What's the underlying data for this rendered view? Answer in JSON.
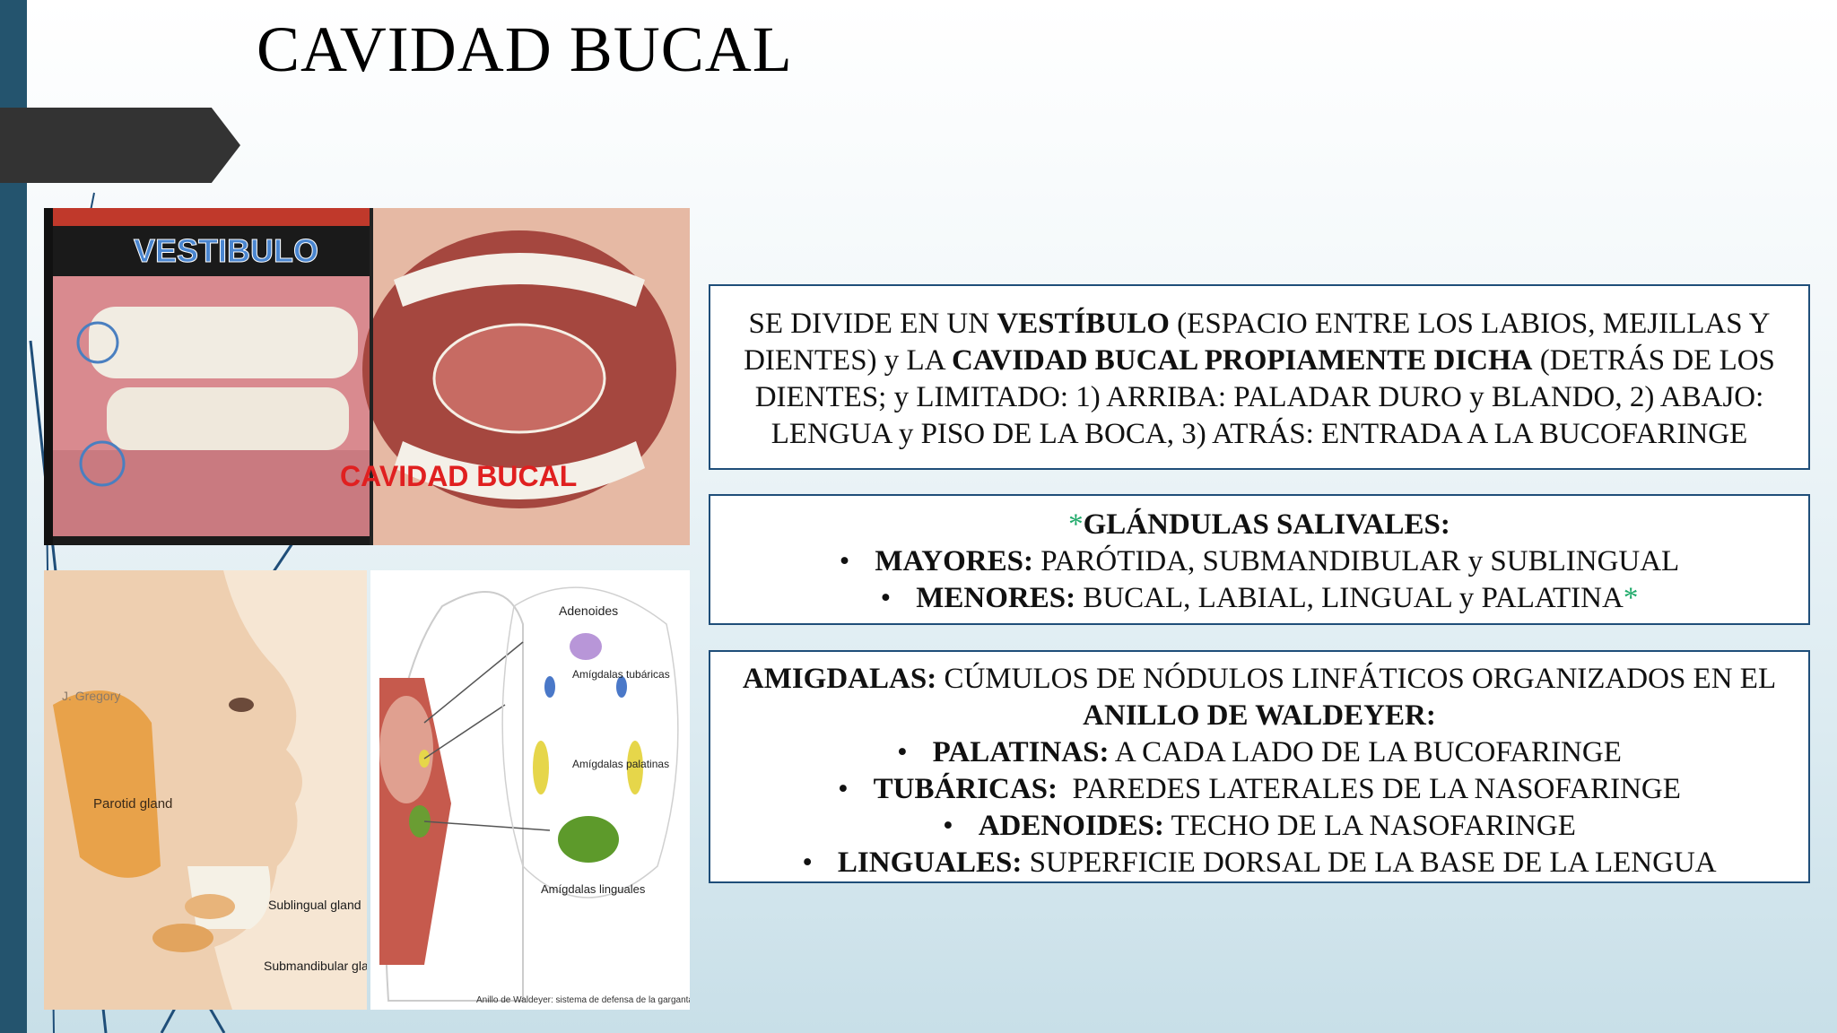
{
  "slide": {
    "title": "CAVIDAD BUCAL"
  },
  "images": {
    "mouth": {
      "label_vestibulo": "VESTIBULO",
      "label_cavidad": "CAVIDAD BUCAL"
    },
    "glands": {
      "signature": "J. Gregory",
      "parotid": "Parotid gland",
      "sublingual": "Sublingual gland",
      "submandibular": "Submandibular gland"
    },
    "waldeyer": {
      "adenoides": "Adenoides",
      "tubaricas": "Amígdalas tubáricas",
      "palatinas": "Amígdalas palatinas",
      "linguales": "Amígdalas linguales",
      "caption": "Anillo de Waldeyer: sistema de defensa de la garganta"
    }
  },
  "box1": {
    "p1": "SE DIVIDE EN UN ",
    "b1": "VESTÍBULO",
    "p2": " (ESPACIO ENTRE LOS LABIOS, MEJILLAS Y DIENTES) y LA ",
    "b2": "CAVIDAD BUCAL PROPIAMENTE DICHA",
    "p3": " (DETRÁS DE LOS DIENTES; y LIMITADO: 1) ARRIBA: PALADAR DURO y BLANDO, 2) ABAJO: LENGUA y PISO DE LA BOCA, 3) ATRÁS: ENTRADA A LA BUCOFARINGE"
  },
  "box2": {
    "asterisk_open": "*",
    "heading": "GLÁNDULAS SALIVALES:",
    "mayores_label": "MAYORES:",
    "mayores_text": " PARÓTIDA, SUBMANDIBULAR y SUBLINGUAL",
    "menores_label": "MENORES:",
    "menores_text": " BUCAL, LABIAL, LINGUAL y PALATINA",
    "asterisk_close": "*"
  },
  "box3": {
    "heading_label": "AMIGDALAS:",
    "heading_text1": " CÚMULOS DE NÓDULOS LINFÁTICOS ORGANIZADOS EN EL ",
    "heading_bold2": "ANILLO DE WALDEYER:",
    "items": [
      {
        "label": "PALATINAS:",
        "text": " A CADA LADO DE LA BUCOFARINGE"
      },
      {
        "label": "TUBÁRICAS:",
        "text": "  PAREDES LATERALES DE LA NASOFARINGE"
      },
      {
        "label": "ADENOIDES:",
        "text": " TECHO DE LA NASOFARINGE"
      },
      {
        "label": "LINGUALES:",
        "text": " SUPERFICIE DORSAL DE LA BASE DE LA LENGUA"
      }
    ]
  },
  "colors": {
    "accent_bar": "#24546e",
    "box_border": "#1f4e79",
    "asterisk": "#1faa6a"
  }
}
